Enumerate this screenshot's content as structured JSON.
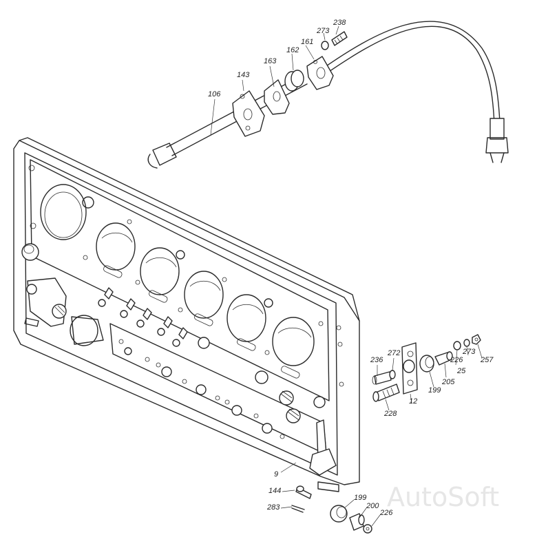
{
  "watermark": "AutoSoft",
  "part_labels": {
    "p238_top": "238",
    "p273_top": "273",
    "p161": "161",
    "p162": "162",
    "p163": "163",
    "p143": "143",
    "p106": "106",
    "p236": "236",
    "p272": "272",
    "p226_right": "226",
    "p273_right": "273",
    "p257": "257",
    "p25": "25",
    "p205": "205",
    "p199_right": "199",
    "p12": "12",
    "p228": "228",
    "p9": "9",
    "p144": "144",
    "p283": "283",
    "p199_bottom": "199",
    "p200": "200",
    "p226_bottom": "226"
  }
}
